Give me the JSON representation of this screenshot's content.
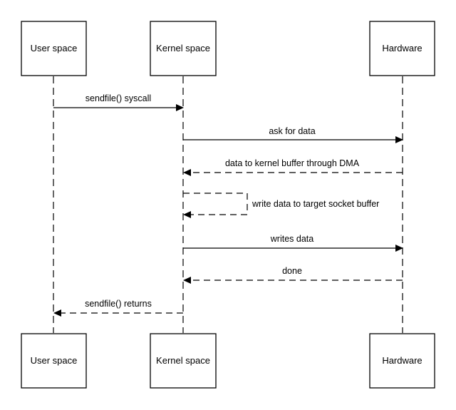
{
  "participants": {
    "user": {
      "label": "User space"
    },
    "kernel": {
      "label": "Kernel space"
    },
    "hardware": {
      "label": "Hardware"
    }
  },
  "messages": [
    {
      "label": "sendfile() syscall",
      "from": "user",
      "to": "kernel",
      "style": "solid"
    },
    {
      "label": "ask for data",
      "from": "kernel",
      "to": "hardware",
      "style": "solid"
    },
    {
      "label": "data to kernel buffer through DMA",
      "from": "hardware",
      "to": "kernel",
      "style": "dashed"
    },
    {
      "label": "write data to target socket buffer",
      "from": "kernel",
      "to": "kernel",
      "style": "dashed"
    },
    {
      "label": "writes data",
      "from": "kernel",
      "to": "hardware",
      "style": "solid"
    },
    {
      "label": "done",
      "from": "hardware",
      "to": "kernel",
      "style": "dashed"
    },
    {
      "label": "sendfile() returns",
      "from": "kernel",
      "to": "user",
      "style": "dashed"
    }
  ]
}
